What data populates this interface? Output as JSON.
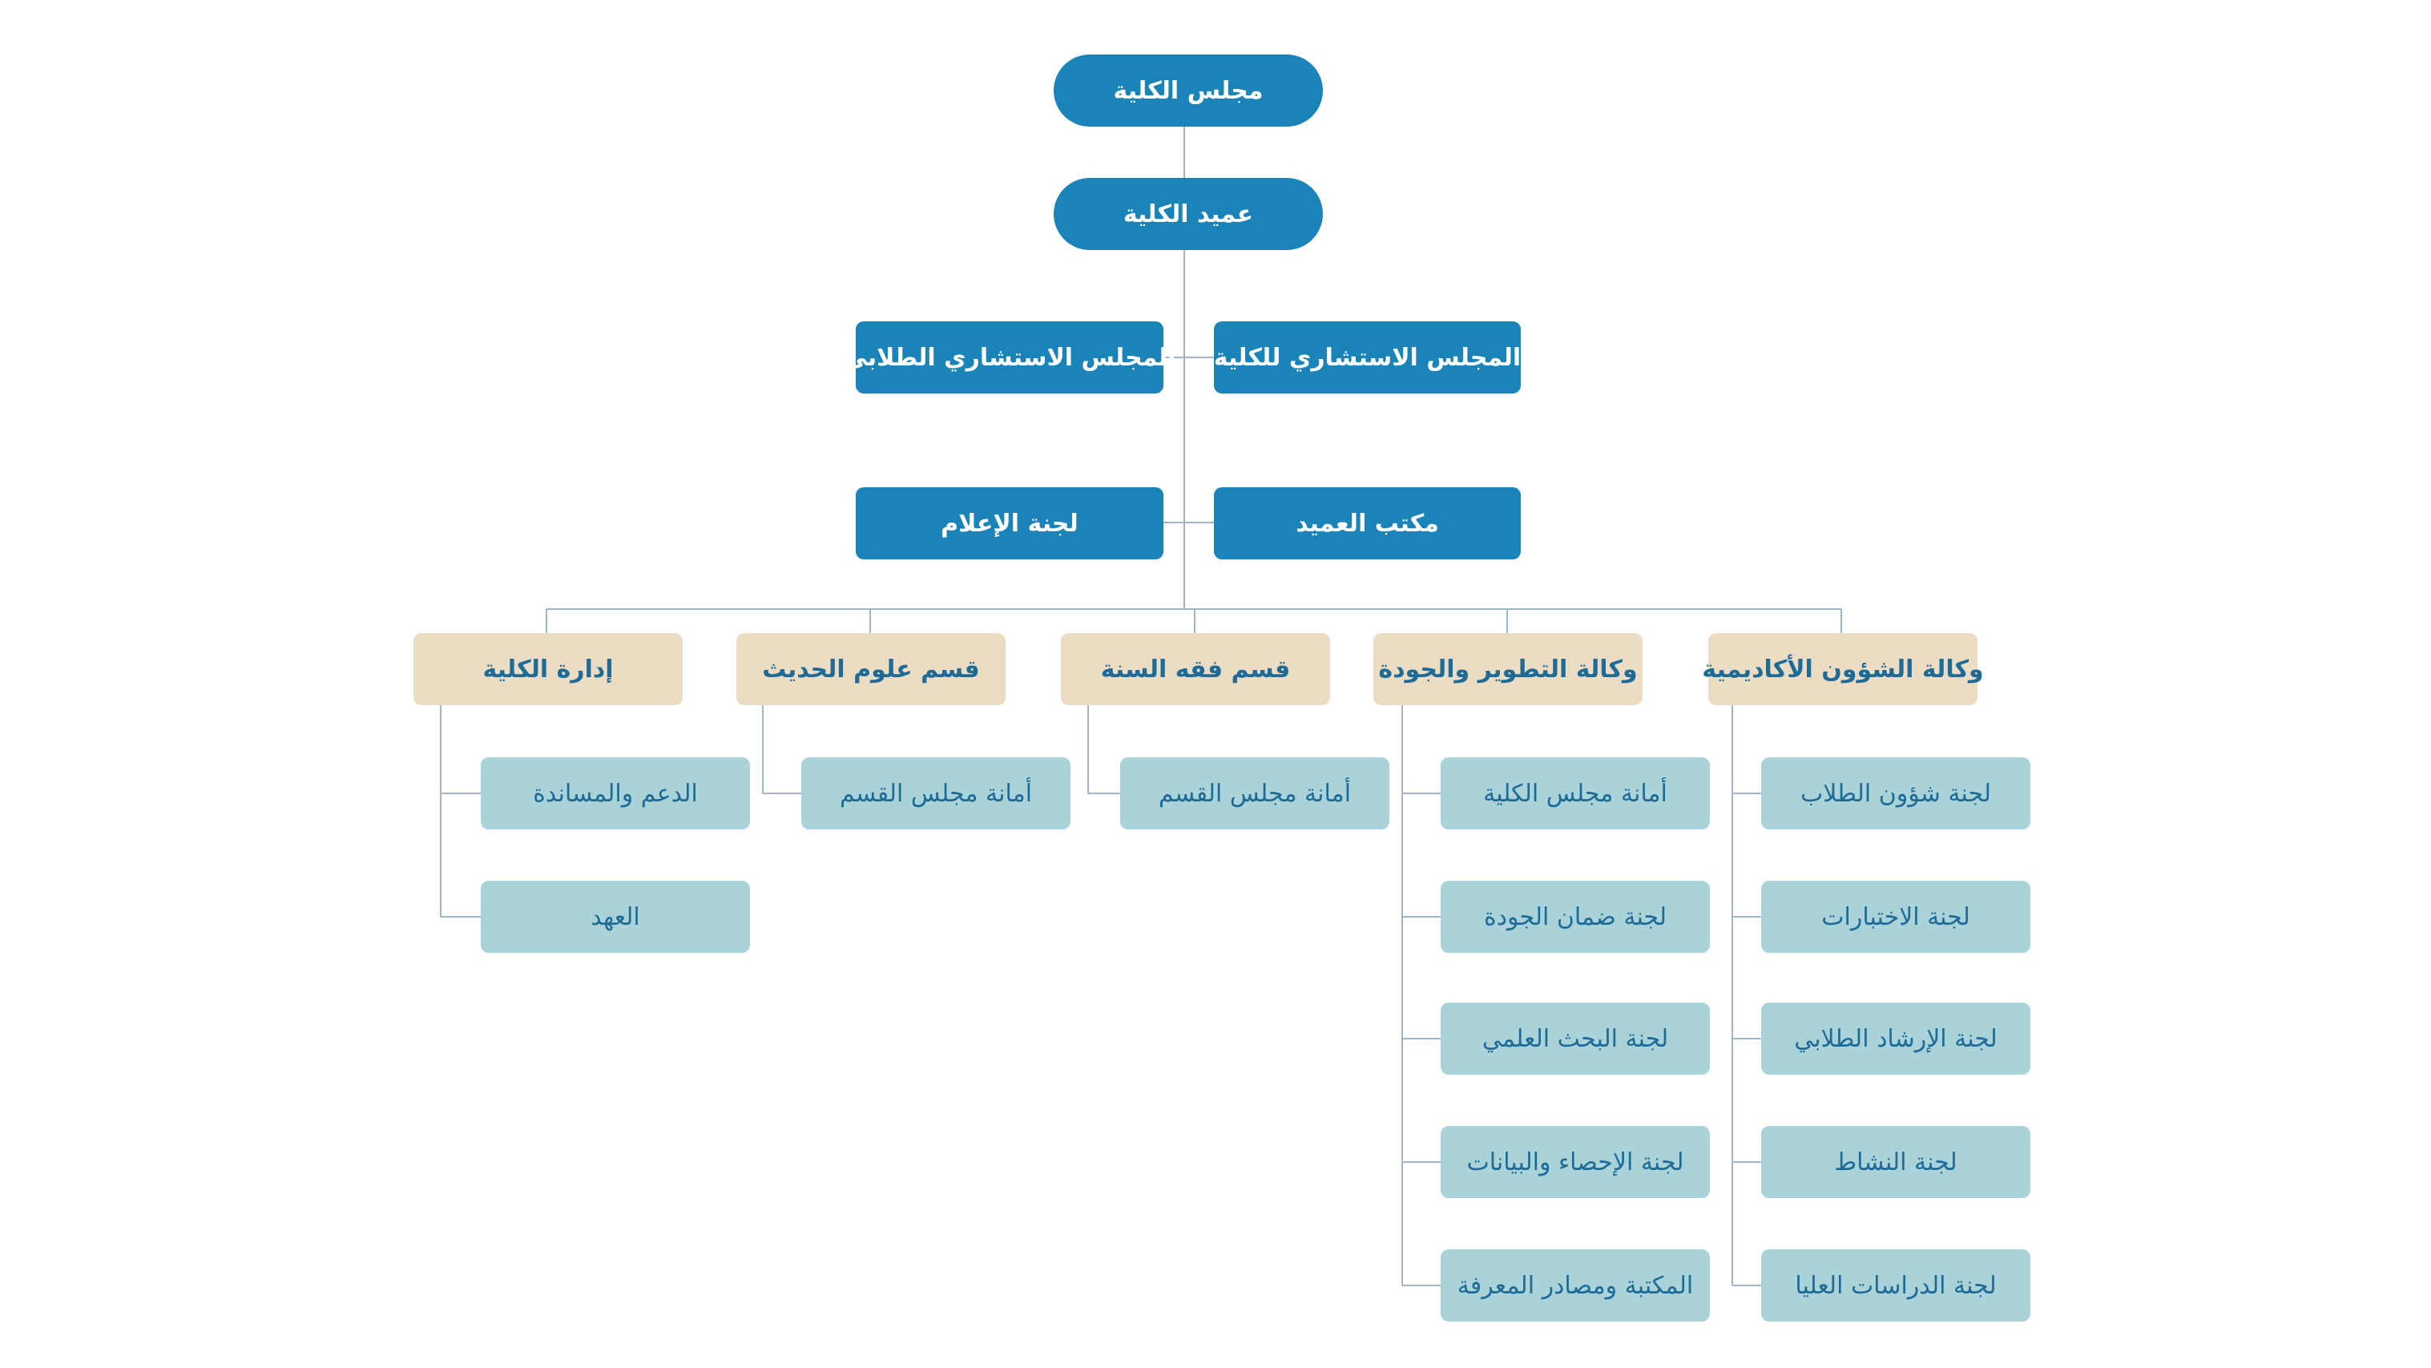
{
  "colors": {
    "top_fill": "#1a83b8",
    "top_text": "#ffffff",
    "dept_fill": "#ecdcc3",
    "unit_fill": "#a9d2d9",
    "sub_text": "#1d6b96",
    "connector": "#9fb6cc"
  },
  "top": {
    "council": "مجلس الكلية",
    "dean": "عميد الكلية",
    "advisory_college": "المجلس الاستشاري للكلية",
    "advisory_students": "المجلس الاستشاري الطلابي",
    "dean_office": "مكتب العميد",
    "media_committee": "لجنة الإعلام"
  },
  "departments": [
    {
      "name": "وكالة الشؤون الأكاديمية",
      "units": [
        "لجنة شؤون الطلاب",
        "لجنة الاختبارات",
        "لجنة الإرشاد الطلابي",
        "لجنة النشاط",
        "لجنة الدراسات العليا"
      ]
    },
    {
      "name": "وكالة التطوير والجودة",
      "units": [
        "أمانة مجلس الكلية",
        "لجنة ضمان الجودة",
        "لجنة البحث العلمي",
        "لجنة الإحصاء والبيانات",
        "المكتبة ومصادر المعرفة"
      ]
    },
    {
      "name": "قسم فقه السنة",
      "units": [
        "أمانة مجلس القسم"
      ]
    },
    {
      "name": "قسم علوم الحديث",
      "units": [
        "أمانة مجلس القسم"
      ]
    },
    {
      "name": "إدارة الكلية",
      "units": [
        "الدعم والمساندة",
        "العهد"
      ]
    }
  ]
}
